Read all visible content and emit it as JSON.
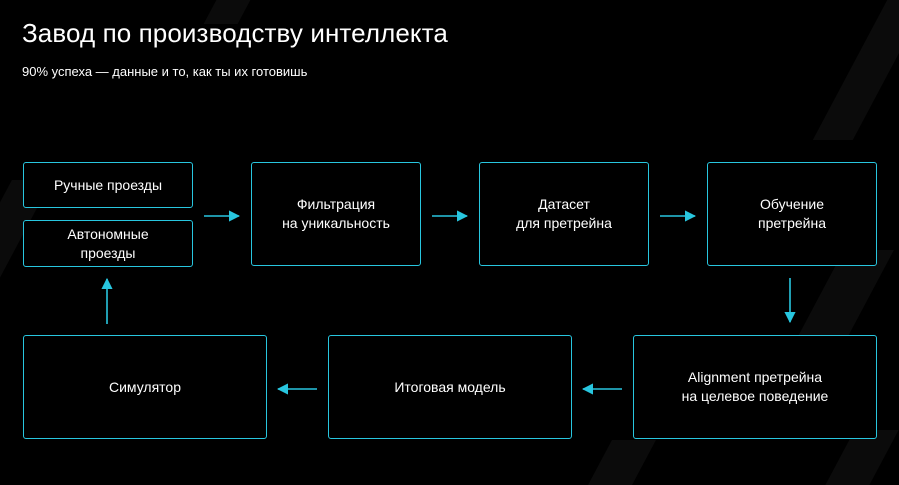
{
  "slide": {
    "title": "Завод по производству интеллекта",
    "subtitle": "90% успеха — данные и то, как ты их готовишь"
  },
  "diagram": {
    "accent_color": "#28c6df",
    "nodes": {
      "manual_rides": "Ручные проезды",
      "autonomous_rides": "Автономные\nпроезды",
      "uniqueness_filter": "Фильтрация\nна уникальность",
      "pretrain_dataset": "Датасет\nдля претрейна",
      "pretrain_training": "Обучение\nпретрейна",
      "alignment": "Alignment претрейна\nна целевое поведение",
      "final_model": "Итоговая модель",
      "simulator": "Симулятор"
    }
  }
}
